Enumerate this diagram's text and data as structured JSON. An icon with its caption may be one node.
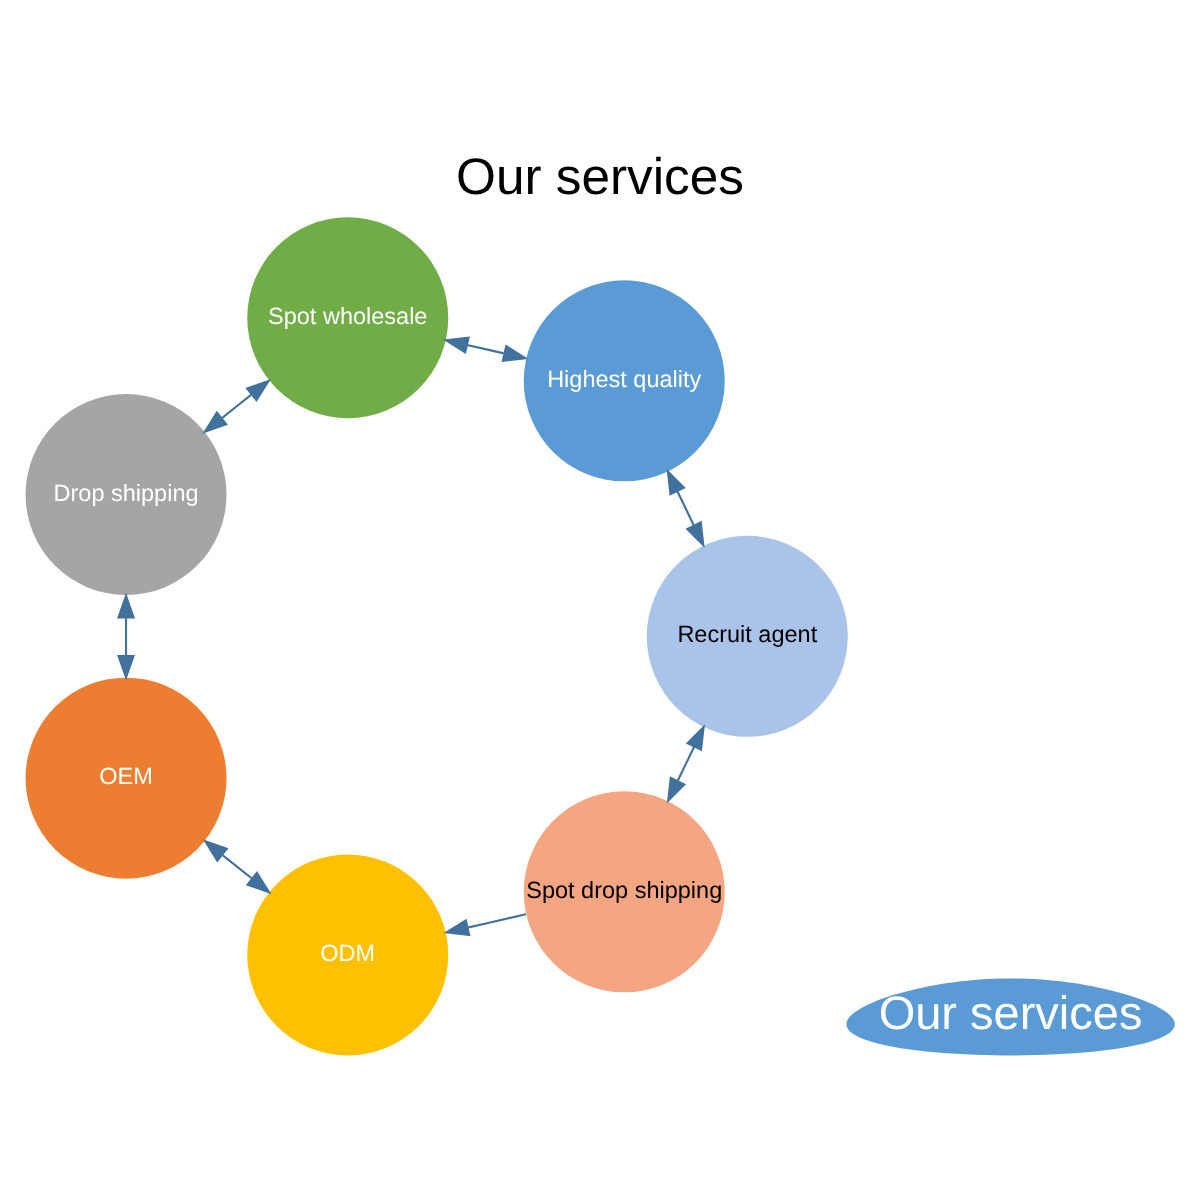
{
  "diagram": {
    "title": "Our services",
    "nodes": [
      {
        "text": [
          "Our services"
        ]
      },
      {
        "text": [
          "Spot drop shipping"
        ]
      },
      {
        "text": [
          "ODM"
        ]
      },
      {
        "text": [
          "OEM"
        ]
      },
      {
        "text": [
          "Drop shipping"
        ]
      },
      {
        "text": [
          "Spot wholesale"
        ]
      },
      {
        "text": [
          "Highest quality"
        ]
      },
      {
        "text": [
          "Recruit agent"
        ]
      }
    ],
    "edges": [
      {
        "from": 7,
        "to": 1,
        "arrow": "both"
      },
      {
        "from": 1,
        "to": 2,
        "arrow": "to"
      },
      {
        "from": 2,
        "to": 3,
        "arrow": "both"
      },
      {
        "from": 3,
        "to": 4,
        "arrow": "both"
      },
      {
        "from": 4,
        "to": 5,
        "arrow": "both"
      },
      {
        "from": 5,
        "to": 6,
        "arrow": "both"
      },
      {
        "from": 6,
        "to": 7,
        "arrow": "both"
      }
    ]
  }
}
